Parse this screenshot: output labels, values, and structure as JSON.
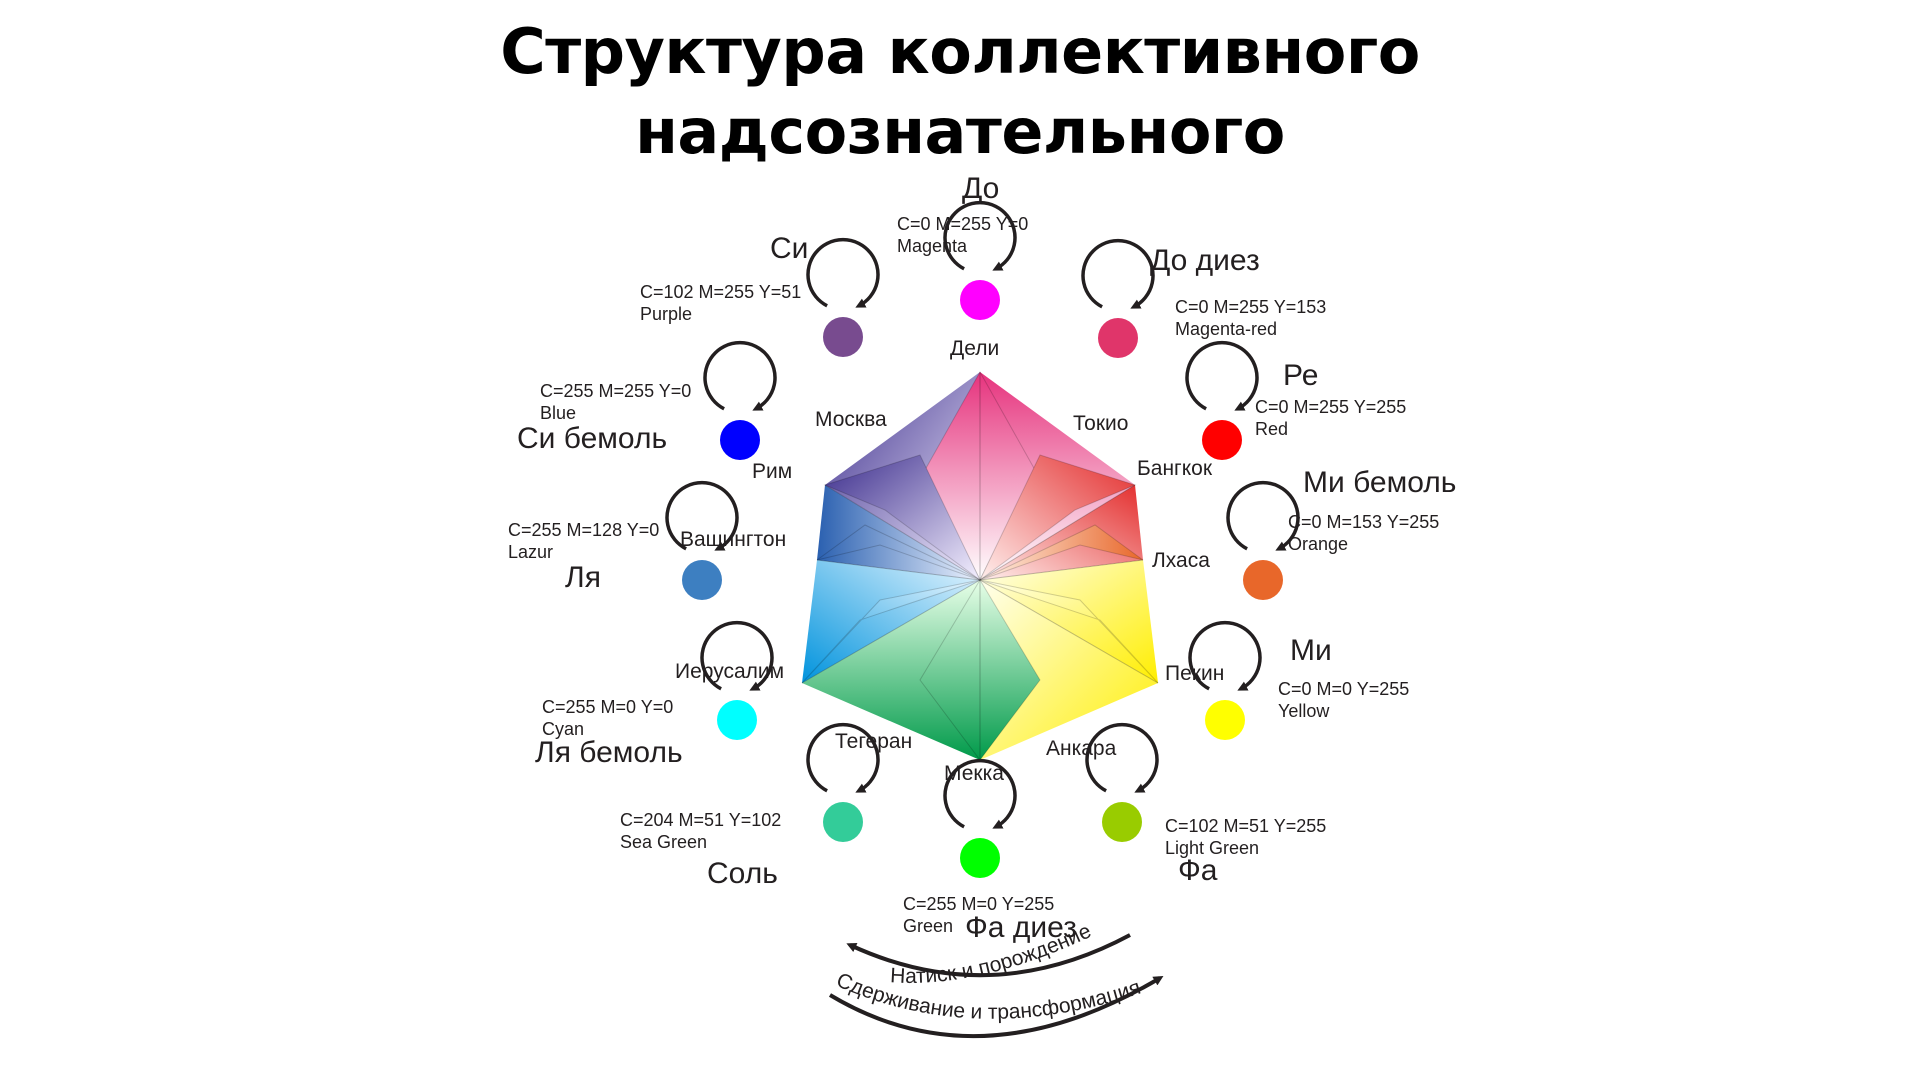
{
  "title": {
    "line1": "Структура коллективного",
    "line2": "надсознательного"
  },
  "notes": [
    {
      "name": "До",
      "cmyk": "C=0 M=255 Y=0",
      "color_name": "Magenta",
      "color": "#ff00ff"
    },
    {
      "name": "До диез",
      "cmyk": "C=0 M=255 Y=153",
      "color_name": "Magenta-red",
      "color": "#e0356a"
    },
    {
      "name": "Ре",
      "cmyk": "C=0 M=255 Y=255",
      "color_name": "Red",
      "color": "#ff0000"
    },
    {
      "name": "Ми бемоль",
      "cmyk": "C=0 M=153 Y=255",
      "color_name": "Orange",
      "color": "#e8672a"
    },
    {
      "name": "Ми",
      "cmyk": "C=0 M=0 Y=255",
      "color_name": "Yellow",
      "color": "#ffff00"
    },
    {
      "name": "Фа",
      "cmyk": "C=102 M=51 Y=255",
      "color_name": "Light  Green",
      "color": "#99cc00"
    },
    {
      "name": "Фа диез",
      "cmyk": "C=255 M=0 Y=255",
      "color_name": "Green",
      "color": "#00ff00"
    },
    {
      "name": "Соль",
      "cmyk": "C=204 M=51 Y=102",
      "color_name": "Sea Green",
      "color": "#33cc99"
    },
    {
      "name": "Ля бемоль",
      "cmyk": "C=255 M=0 Y=0",
      "color_name": "Cyan",
      "color": "#00ffff"
    },
    {
      "name": "Ля",
      "cmyk": "C=255 M=128 Y=0",
      "color_name": "Lazur",
      "color": "#3d7fc1"
    },
    {
      "name": "Си бемоль",
      "cmyk": "C=255 M=255 Y=0",
      "color_name": "Blue",
      "color": "#0000ff"
    },
    {
      "name": "Си",
      "cmyk": "C=102 M=255 Y=51",
      "color_name": "Purple",
      "color": "#784b8f"
    }
  ],
  "cities": [
    "Дели",
    "Токио",
    "Бангкок",
    "Лхаса",
    "Пекин",
    "Анкара",
    "Мекка",
    "Тегеран",
    "Иерусалим",
    "Вашингтон",
    "Рим",
    "Москва"
  ],
  "flows": {
    "upper": "Натиск и порождение",
    "lower": "Сдерживание и трансформация"
  }
}
